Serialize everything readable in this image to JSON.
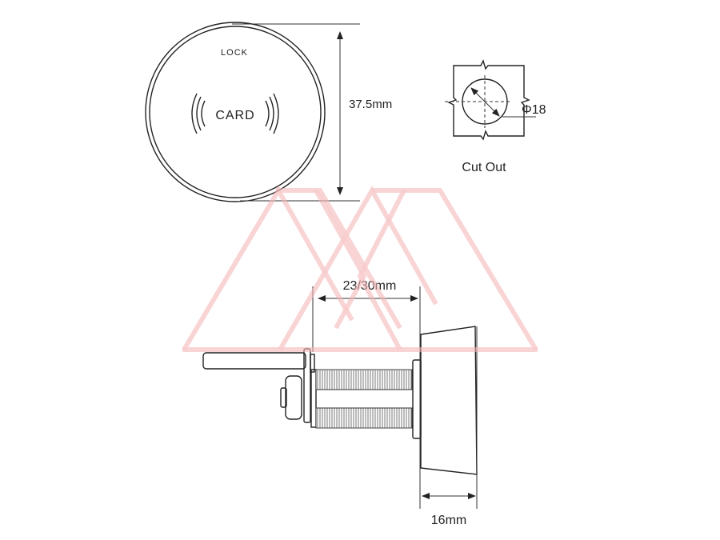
{
  "front_view": {
    "lock_label": "LOCK",
    "card_label": "CARD",
    "diameter_label": "37.5mm"
  },
  "cutout": {
    "hole_label": "Φ18",
    "caption": "Cut Out"
  },
  "side_view": {
    "thickness_label": "23/30mm",
    "depth_label": "16mm"
  },
  "colors": {
    "line": "#222222",
    "watermark": "#f4b6b9"
  }
}
